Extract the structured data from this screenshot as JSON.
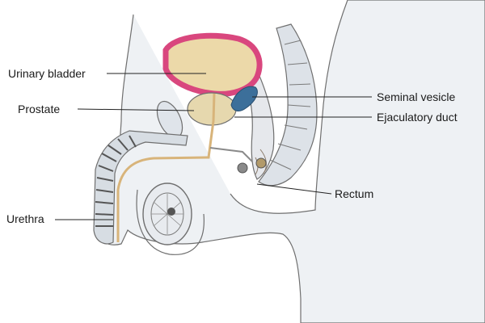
{
  "labels": {
    "urinary_bladder": "Urinary bladder",
    "prostate": "Prostate",
    "seminal_vesicle": "Seminal vesicle",
    "ejaculatory_duct": "Ejaculatory duct",
    "rectum": "Rectum",
    "urethra": "Urethra"
  },
  "colors": {
    "outline": "#6f6f6f",
    "bladder_wall": "#d9477e",
    "bladder_fill": "#ecd9a9",
    "prostate_fill": "#e6d8ae",
    "seminal_vesicle": "#3c6f9a",
    "urethra": "#d8b47a",
    "tissue": "#d7dde3",
    "leader_line": "#222222"
  }
}
